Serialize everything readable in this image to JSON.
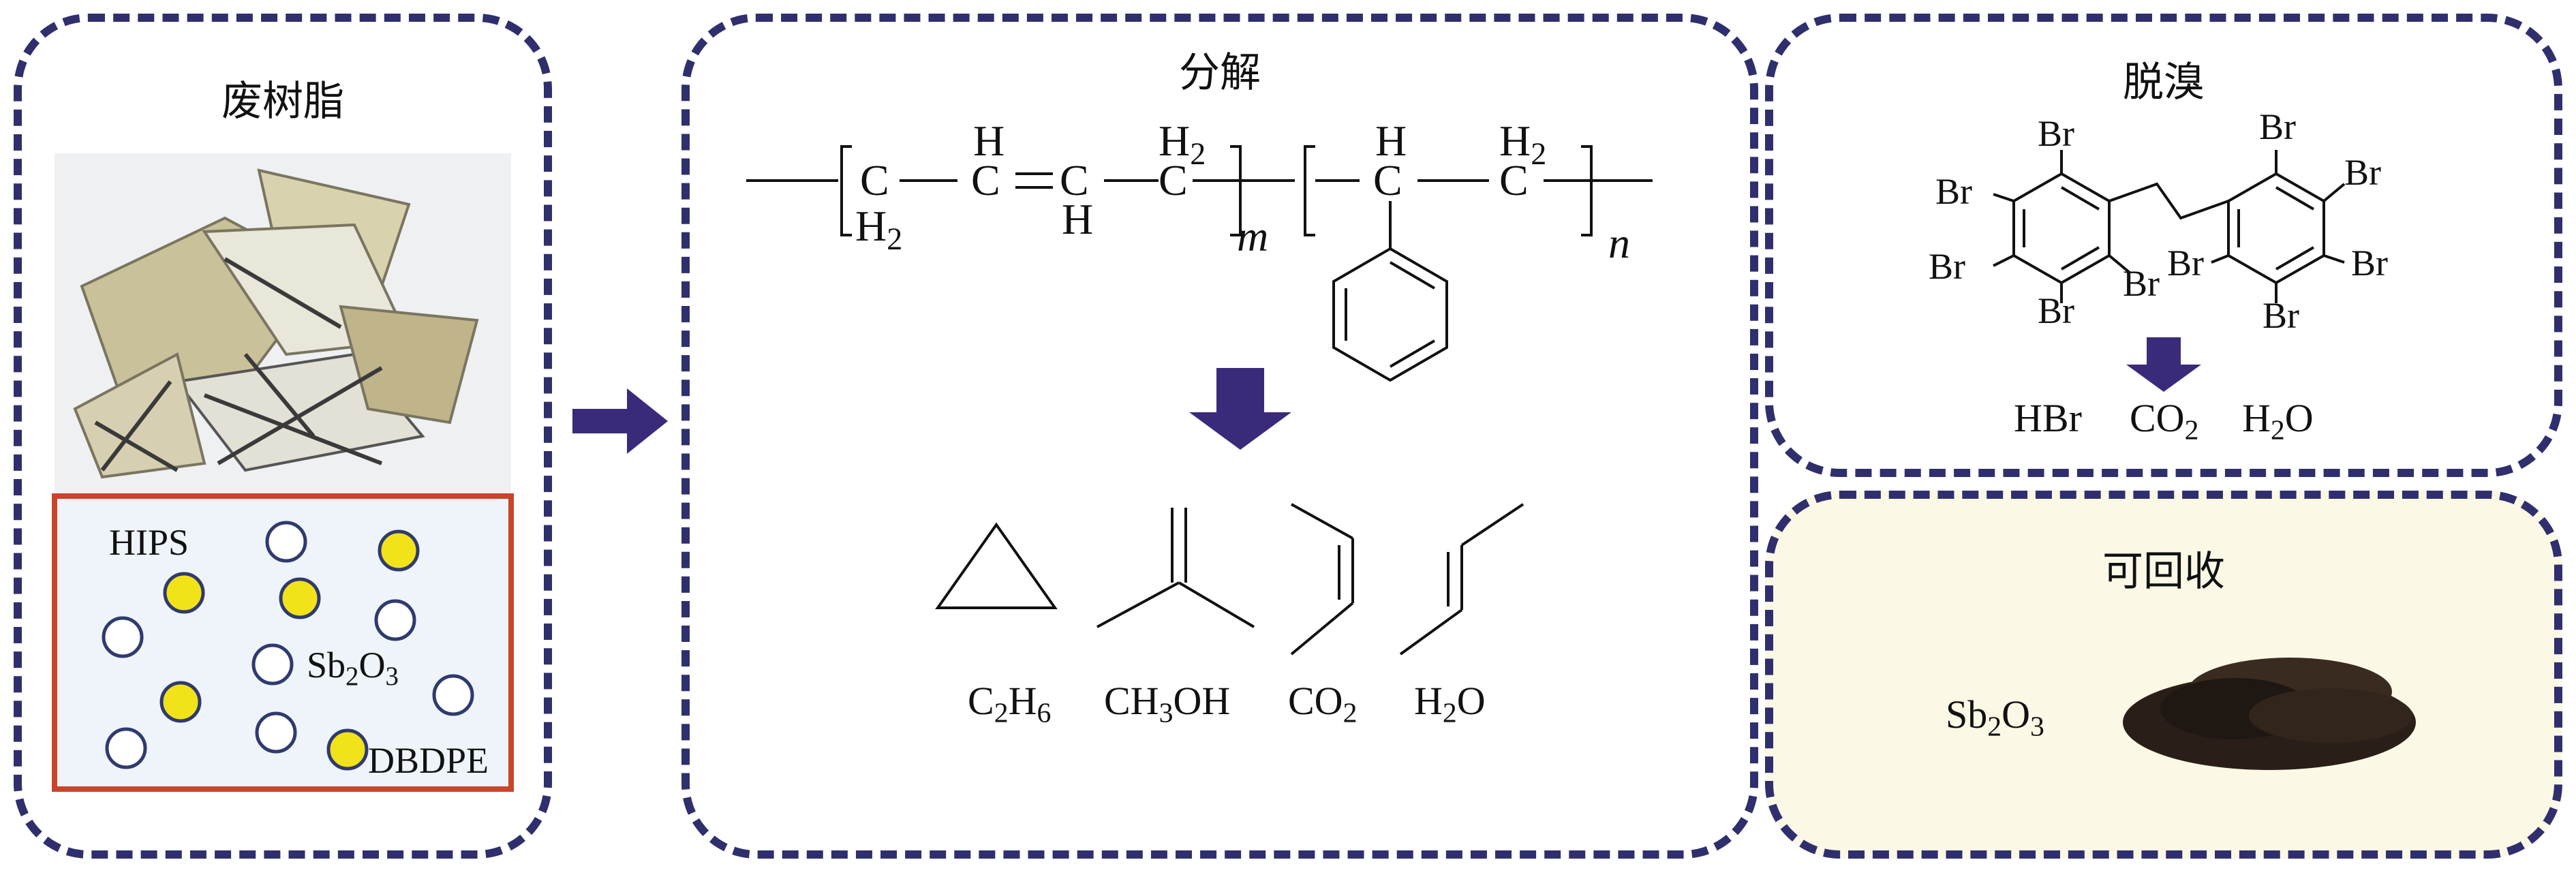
{
  "panels": {
    "waste_resin": {
      "title": "废树脂"
    },
    "decomposition": {
      "title": "分解"
    },
    "debromination": {
      "title": "脱溴"
    },
    "recoverable": {
      "title": "可回收"
    }
  },
  "waste_panel": {
    "legend": {
      "hips": "HIPS",
      "sb2o3_prefix": "Sb",
      "sb2o3_sub1": "2",
      "sb2o3_mid": "O",
      "sb2o3_sub2": "3",
      "dbdpe": "DBDPE"
    }
  },
  "polymer": {
    "h": "H",
    "c": "C",
    "h2_prefix": "H",
    "h2_sub": "2",
    "m": "m",
    "n": "n"
  },
  "products": {
    "c2h6": {
      "a": "C",
      "s1": "2",
      "b": "H",
      "s2": "6"
    },
    "ch3oh": {
      "a": "CH",
      "s1": "3",
      "b": "OH"
    },
    "co2": {
      "a": "CO",
      "s1": "2"
    },
    "h2o": {
      "a": "H",
      "s1": "2",
      "b": "O"
    }
  },
  "debrom": {
    "br": "Br",
    "products": {
      "hbr": "HBr",
      "co2_a": "CO",
      "co2_s": "2",
      "h2o_a": "H",
      "h2o_s": "2",
      "h2o_b": "O"
    }
  },
  "recover": {
    "a": "Sb",
    "s1": "2",
    "b": "O",
    "s2": "3"
  },
  "colors": {
    "border": "#2f2f6e",
    "arrow": "#3b2a7a",
    "box_border": "#c8452a",
    "yellow": "#f2e21a",
    "light_bg": "#fbf8e6"
  }
}
